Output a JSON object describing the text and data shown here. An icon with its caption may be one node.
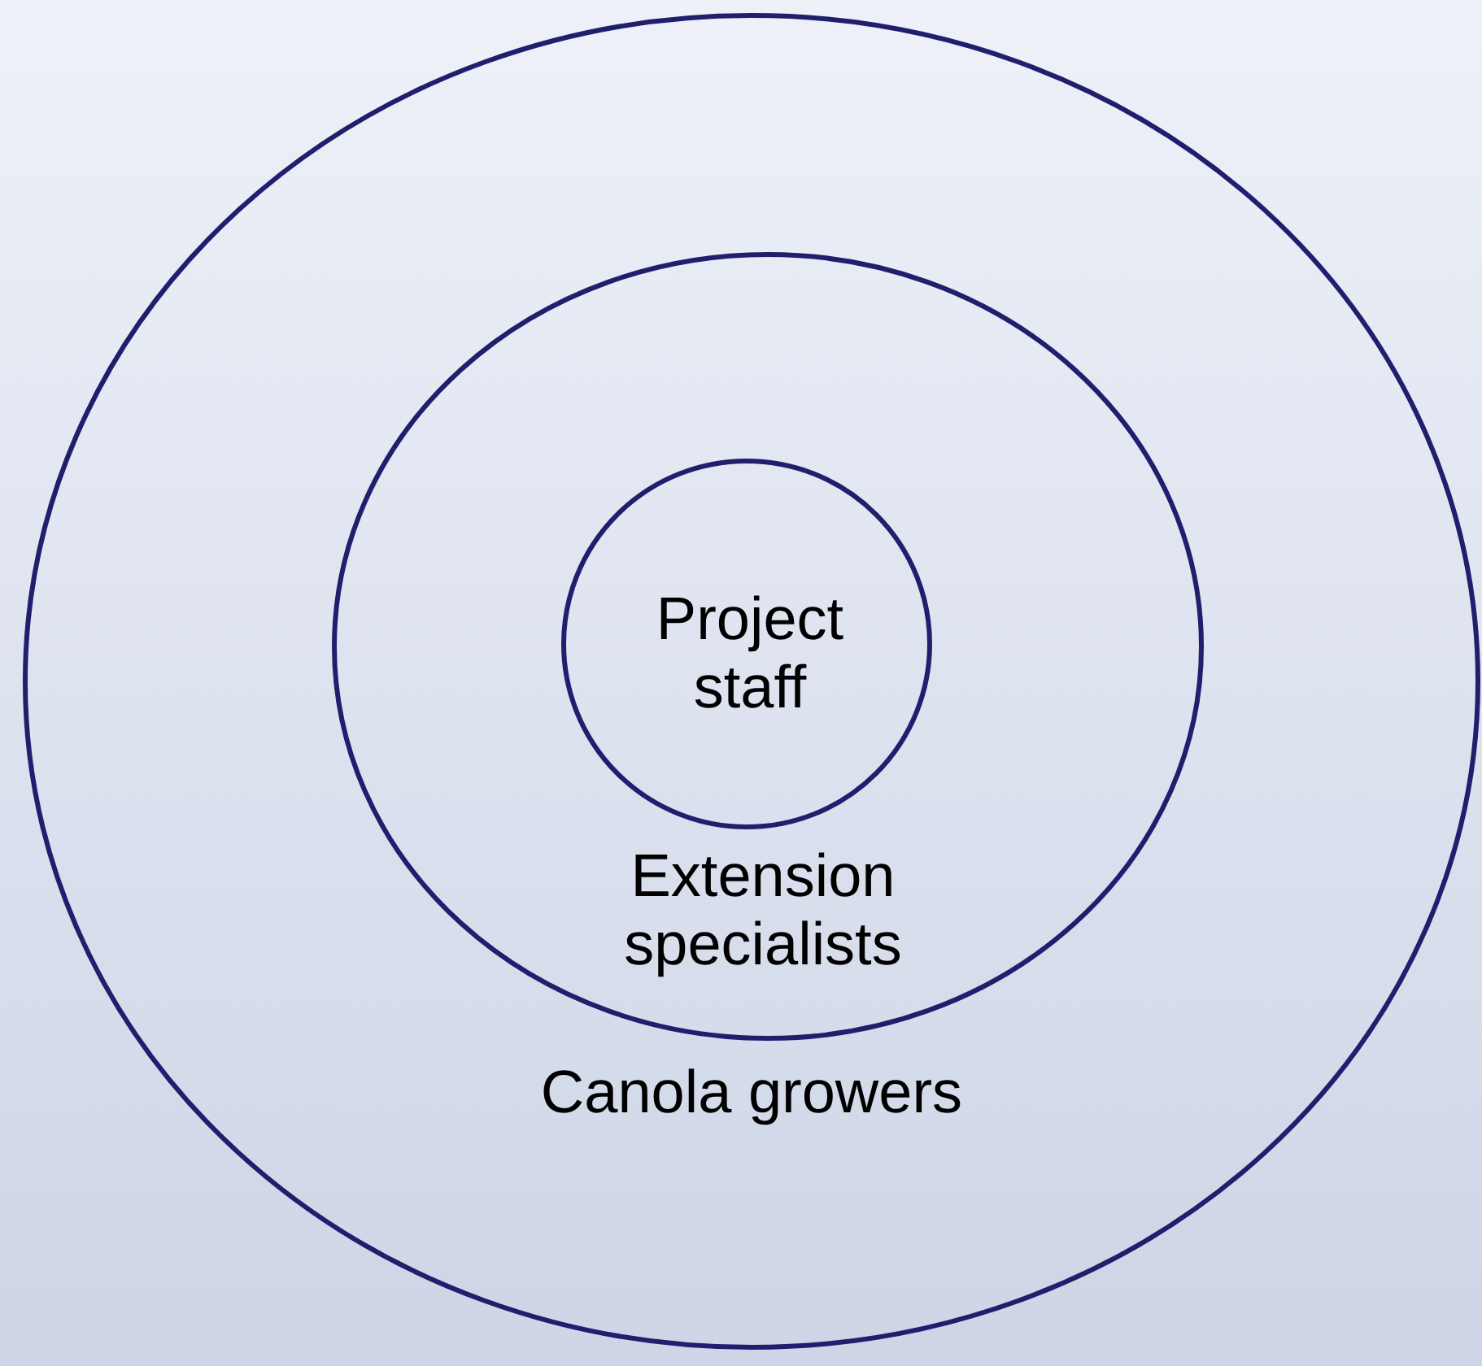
{
  "diagram": {
    "nodes": [
      {
        "text": [
          "Canola growers"
        ]
      },
      {
        "text": [
          "Extension specialists"
        ],
        "in": 0
      },
      {
        "text": [
          "Project staff"
        ],
        "in": 1
      }
    ]
  }
}
